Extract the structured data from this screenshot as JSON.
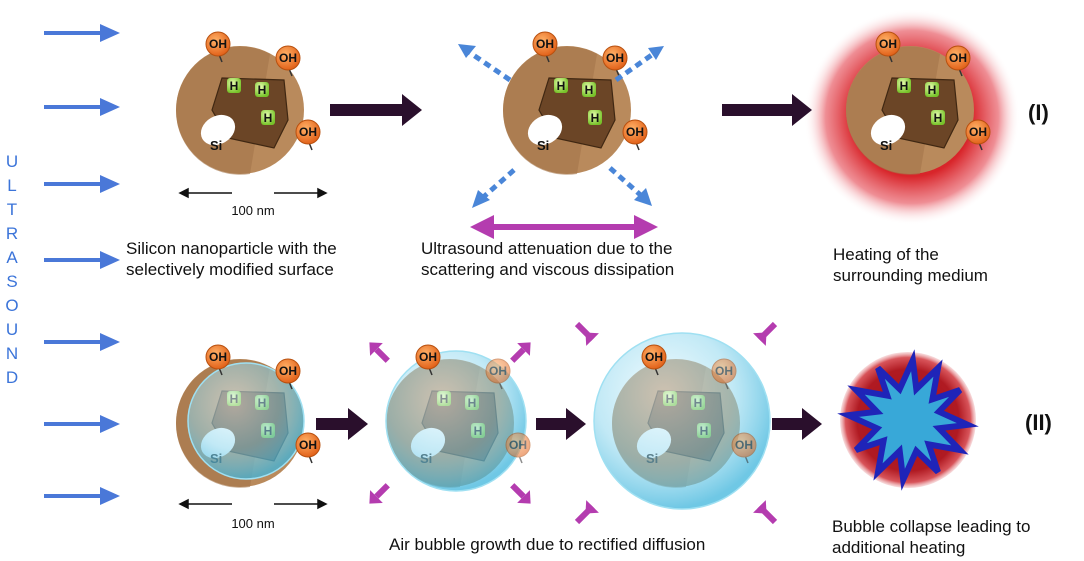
{
  "side_label": "ULTRASOUND",
  "chem": {
    "hydroxyl": "OH",
    "hydrogen": "H",
    "silicon": "Si"
  },
  "scale_label": "100 nm",
  "rows": {
    "row1": {
      "tag": "(I)",
      "captions": [
        [
          "Silicon nanoparticle with the",
          "selectively modified surface"
        ],
        [
          "Ultrasound attenuation due to the",
          "scattering and viscous dissipation"
        ],
        [
          "Heating of the",
          "surrounding medium"
        ]
      ]
    },
    "row2": {
      "tag": "(II)",
      "captions": [
        [
          "Air bubble growth due to rectified diffusion"
        ],
        [
          "Bubble collapse leading to",
          "additional heating"
        ]
      ]
    }
  },
  "colors": {
    "ultrasound_arrow": "#4a78d8",
    "process_arrow": "#2a0f2c",
    "scatter_arrow": "#4a86d8",
    "magenta_arrow": "#b43caf",
    "particle_shell": "#b98a5c",
    "particle_core": "#6b4526",
    "hydroxyl": "#f07a1d",
    "heat": "#d8252a",
    "bubble": "#7fd3ea",
    "collapse_fill": "#38a8d8",
    "collapse_stroke": "#1f24b8"
  }
}
